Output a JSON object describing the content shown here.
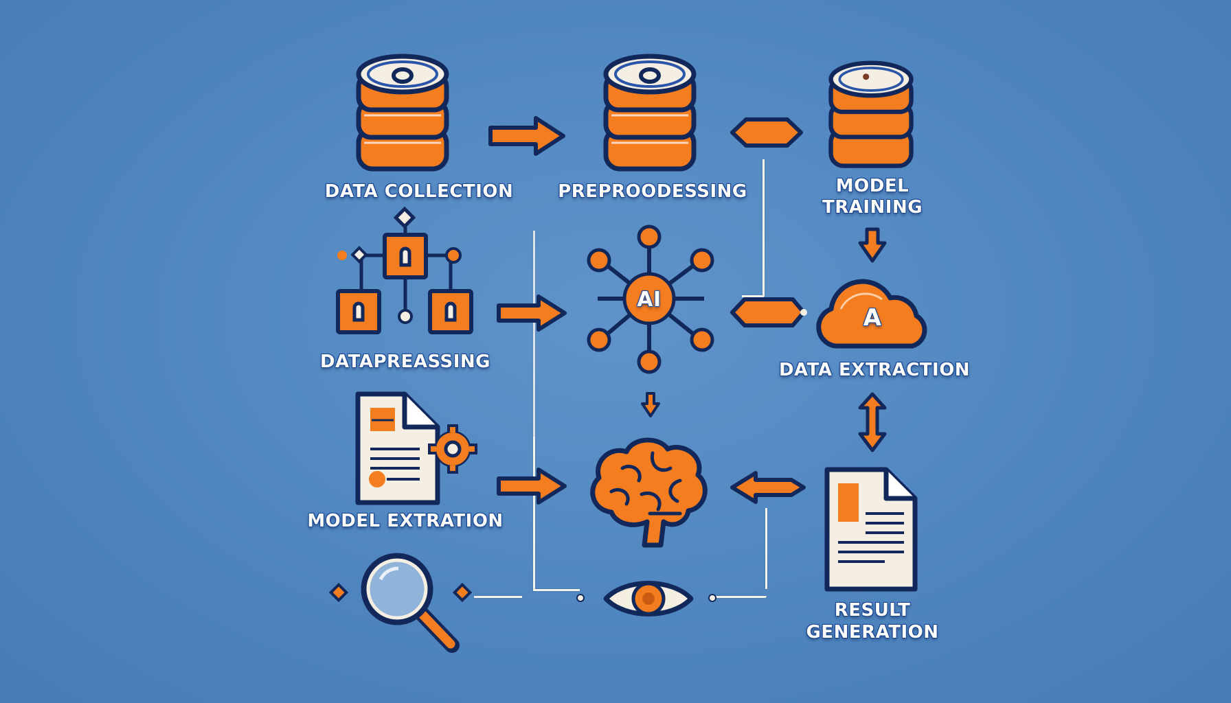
{
  "diagram": {
    "type": "ai-pipeline-flow",
    "colors": {
      "background": "#5086c0",
      "accent_orange": "#f47d20",
      "outline_navy": "#12275a",
      "paper": "#f4efe2",
      "label_text": "#ffffff"
    },
    "nodes": [
      {
        "id": "data-collection",
        "label": "DATA COLLECTION",
        "icon": "database-icon"
      },
      {
        "id": "preprocessing",
        "label": "PREPROODESSING",
        "icon": "database-icon"
      },
      {
        "id": "model-training",
        "label_line1": "MODEL",
        "label_line2": "TRAINING",
        "icon": "database-icon"
      },
      {
        "id": "datapreassing",
        "label": "DATAPRE̲ASSING",
        "label_plain": "DATAPREASSING",
        "icon": "hierarchy-icon"
      },
      {
        "id": "ai-hub",
        "label": "AI",
        "icon": "ai-network-icon"
      },
      {
        "id": "data-extraction",
        "label": "DATA EXTRACTION",
        "icon": "cloud-icon",
        "icon_letter": "A"
      },
      {
        "id": "model-extration",
        "label": "MODEL EXTRATION",
        "icon": "document-gear-icon"
      },
      {
        "id": "brain",
        "label": "",
        "icon": "brain-icon"
      },
      {
        "id": "result-generation",
        "label_line1": "RESULT",
        "label_line2": "GENERATION",
        "icon": "document-icon"
      },
      {
        "id": "search",
        "label": "",
        "icon": "magnifier-icon"
      },
      {
        "id": "vision",
        "label": "",
        "icon": "eye-icon"
      }
    ],
    "edges": [
      {
        "from": "data-collection",
        "to": "preprocessing",
        "arrow": "right"
      },
      {
        "from": "model-training",
        "to": "preprocessing",
        "arrow": "left"
      },
      {
        "from": "model-training",
        "to": "data-extraction",
        "arrow": "down"
      },
      {
        "from": "datapreassing",
        "to": "ai-hub",
        "arrow": "right"
      },
      {
        "from": "data-extraction",
        "to": "ai-hub",
        "arrow": "left"
      },
      {
        "from": "ai-hub",
        "to": "brain",
        "arrow": "down"
      },
      {
        "from": "data-extraction",
        "to": "result-generation",
        "arrow": "up-down"
      },
      {
        "from": "model-extration",
        "to": "brain",
        "arrow": "right"
      },
      {
        "from": "result-generation",
        "to": "brain",
        "arrow": "left"
      },
      {
        "from": "search",
        "to": "vision",
        "arrow": "line"
      },
      {
        "from": "result-generation",
        "to": "vision",
        "arrow": "line"
      }
    ]
  }
}
